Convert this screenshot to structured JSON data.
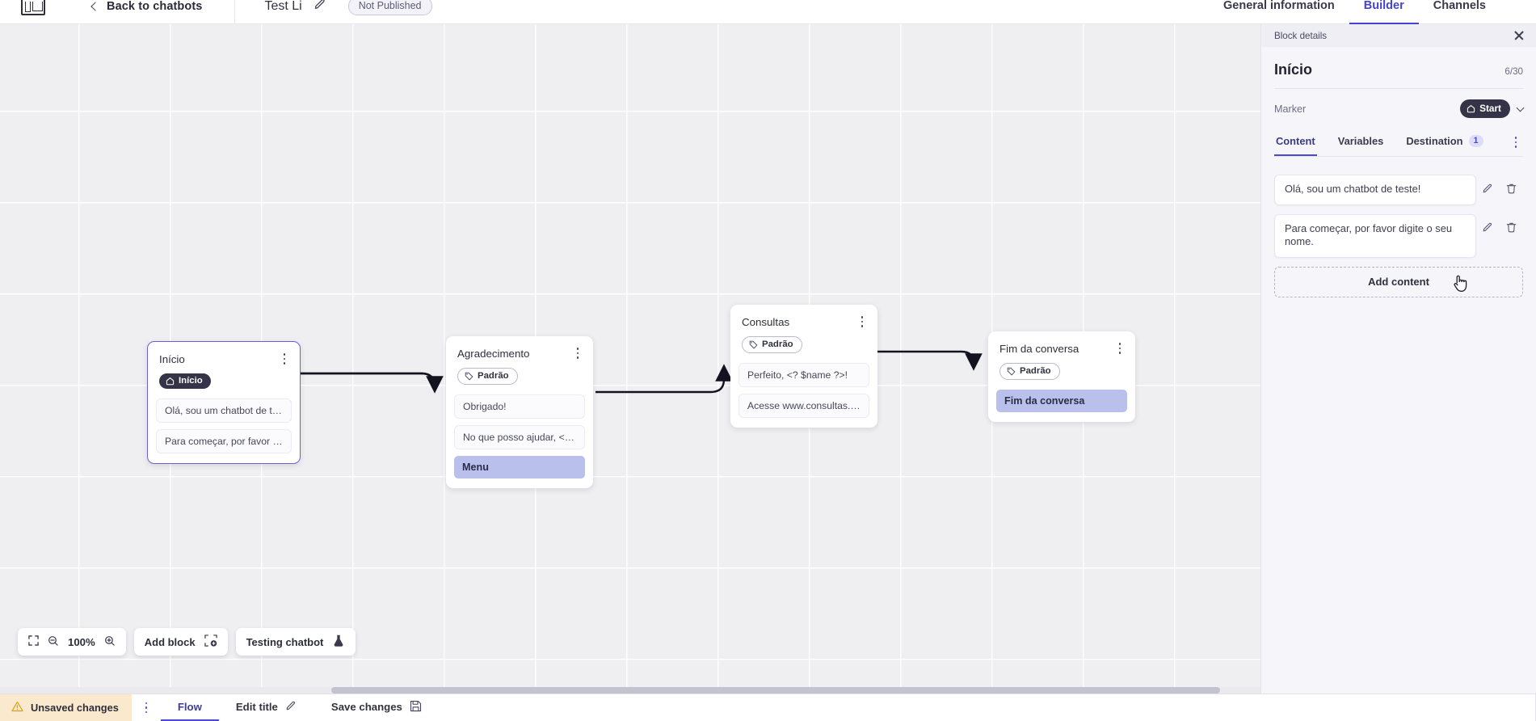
{
  "header": {
    "logo": "app-logo",
    "back_label": "Back to chatbots",
    "doc_title": "Test Li",
    "status_pill": "Not Published",
    "tabs": [
      {
        "label": "General information",
        "active": false
      },
      {
        "label": "Builder",
        "active": true
      },
      {
        "label": "Channels",
        "active": false
      }
    ]
  },
  "canvas": {
    "zoom": "100%",
    "add_block_label": "Add block",
    "testing_label": "Testing chatbot",
    "blocks": [
      {
        "id": "inicio",
        "title": "Início",
        "tag": "Início",
        "tag_style": "dark",
        "selected": true,
        "messages": [
          "Olá, sou um chatbot de teste!",
          "Para começar, por favor digite o ..."
        ],
        "chip": null
      },
      {
        "id": "agradecimento",
        "title": "Agradecimento",
        "tag": "Padrão",
        "tag_style": "light",
        "selected": false,
        "messages": [
          "Obrigado!",
          "No que posso ajudar, <? $name ..."
        ],
        "chip": "Menu"
      },
      {
        "id": "consultas",
        "title": "Consultas",
        "tag": "Padrão",
        "tag_style": "light",
        "selected": false,
        "messages": [
          "Perfeito, <? $name ?>!",
          "Acesse www.consultas.com par..."
        ],
        "chip": null
      },
      {
        "id": "fim-da-conversa",
        "title": "Fim da conversa",
        "tag": "Padrão",
        "tag_style": "light",
        "selected": false,
        "messages": [],
        "chip": "Fim da conversa"
      }
    ]
  },
  "statusbar": {
    "unsaved_label": "Unsaved changes",
    "items": [
      {
        "label": "Flow",
        "active": true,
        "icon": null
      },
      {
        "label": "Edit title",
        "active": false,
        "icon": "pencil-icon"
      },
      {
        "label": "Save changes",
        "active": false,
        "icon": "save-icon"
      }
    ]
  },
  "panel": {
    "bar_label": "Block details",
    "title": "Início",
    "count": "6/30",
    "marker_label": "Marker",
    "marker_value": "Start",
    "tabs": [
      {
        "label": "Content",
        "active": true,
        "badge": null
      },
      {
        "label": "Variables",
        "active": false,
        "badge": null
      },
      {
        "label": "Destination",
        "active": false,
        "badge": "1"
      }
    ],
    "contents": [
      "Olá, sou um chatbot de teste!",
      "Para começar, por favor digite o seu nome."
    ],
    "add_content_label": "Add content"
  },
  "colors": {
    "accent": "#4b4ad4",
    "dark_pill": "#343347",
    "menu_chip": "#b9c0ec",
    "warning_bg": "#fbe9cd",
    "canvas_bg": "#efeff2"
  }
}
